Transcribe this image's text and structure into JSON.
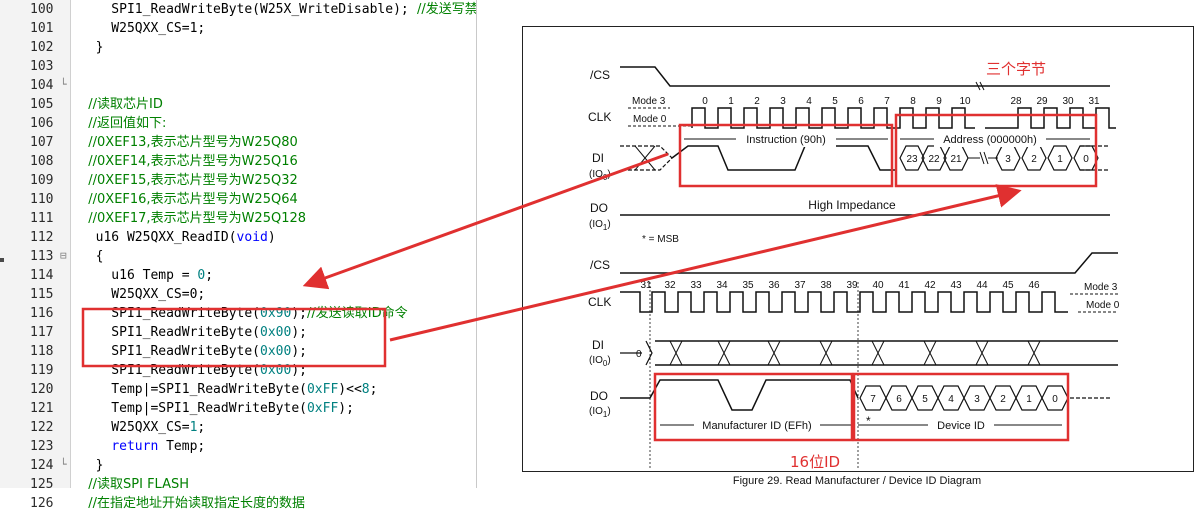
{
  "editor": {
    "lines": [
      {
        "num": "100",
        "fold": "",
        "tokens": [
          {
            "t": "    SPI1_ReadWriteByte(W25X_WriteDisable);",
            "c": "c-plain"
          },
          {
            "t": "  //发送写禁止指令",
            "c": "c-comment c-cn"
          }
        ]
      },
      {
        "num": "101",
        "fold": "",
        "tokens": [
          {
            "t": "    W25QXX_CS=1;",
            "c": "c-plain"
          }
        ]
      },
      {
        "num": "102",
        "fold": "",
        "tokens": [
          {
            "t": "  }",
            "c": "c-plain"
          }
        ]
      },
      {
        "num": "103",
        "fold": "",
        "tokens": []
      },
      {
        "num": "104",
        "fold": "└",
        "tokens": []
      },
      {
        "num": "105",
        "fold": "",
        "tokens": [
          {
            "t": "  //读取芯片ID",
            "c": "c-comment c-cn"
          }
        ]
      },
      {
        "num": "106",
        "fold": "",
        "tokens": [
          {
            "t": "  //返回值如下:",
            "c": "c-comment c-cn"
          }
        ]
      },
      {
        "num": "107",
        "fold": "",
        "tokens": [
          {
            "t": "  //0XEF13,表示芯片型号为W25Q80",
            "c": "c-comment c-cn"
          }
        ]
      },
      {
        "num": "108",
        "fold": "",
        "tokens": [
          {
            "t": "  //0XEF14,表示芯片型号为W25Q16",
            "c": "c-comment c-cn"
          }
        ]
      },
      {
        "num": "109",
        "fold": "",
        "tokens": [
          {
            "t": "  //0XEF15,表示芯片型号为W25Q32",
            "c": "c-comment c-cn"
          }
        ]
      },
      {
        "num": "110",
        "fold": "",
        "tokens": [
          {
            "t": "  //0XEF16,表示芯片型号为W25Q64",
            "c": "c-comment c-cn"
          }
        ]
      },
      {
        "num": "111",
        "fold": "",
        "tokens": [
          {
            "t": "  //0XEF17,表示芯片型号为W25Q128",
            "c": "c-comment c-cn"
          }
        ]
      },
      {
        "num": "112",
        "fold": "",
        "tokens": [
          {
            "t": "  u16 W25QXX_ReadID(",
            "c": "c-plain"
          },
          {
            "t": "void",
            "c": "c-keyword"
          },
          {
            "t": ")",
            "c": "c-plain"
          }
        ]
      },
      {
        "num": "113",
        "fold": "⊟",
        "tokens": [
          {
            "t": "  {",
            "c": "c-plain"
          }
        ]
      },
      {
        "num": "114",
        "fold": "",
        "tokens": [
          {
            "t": "    u16 Temp = ",
            "c": "c-plain"
          },
          {
            "t": "0",
            "c": "c-num"
          },
          {
            "t": ";",
            "c": "c-plain"
          }
        ]
      },
      {
        "num": "115",
        "fold": "",
        "tokens": [
          {
            "t": "    W25QXX_CS=0;",
            "c": "c-plain"
          }
        ]
      },
      {
        "num": "116",
        "fold": "",
        "tokens": [
          {
            "t": "    SPI1_ReadWriteByte(",
            "c": "c-plain"
          },
          {
            "t": "0x90",
            "c": "c-num"
          },
          {
            "t": ");",
            "c": "c-plain"
          },
          {
            "t": "//发送读取ID命令",
            "c": "c-comment c-cn"
          }
        ]
      },
      {
        "num": "117",
        "fold": "",
        "tokens": [
          {
            "t": "    SPI1_ReadWriteByte(",
            "c": "c-plain"
          },
          {
            "t": "0x00",
            "c": "c-num"
          },
          {
            "t": ");",
            "c": "c-plain"
          }
        ]
      },
      {
        "num": "118",
        "fold": "",
        "tokens": [
          {
            "t": "    SPI1_ReadWriteByte(",
            "c": "c-plain"
          },
          {
            "t": "0x00",
            "c": "c-num"
          },
          {
            "t": ");",
            "c": "c-plain"
          }
        ]
      },
      {
        "num": "119",
        "fold": "",
        "tokens": [
          {
            "t": "    SPI1_ReadWriteByte(",
            "c": "c-plain"
          },
          {
            "t": "0x00",
            "c": "c-num"
          },
          {
            "t": ");",
            "c": "c-plain"
          }
        ]
      },
      {
        "num": "120",
        "fold": "",
        "tokens": [
          {
            "t": "    Temp|=SPI1_ReadWriteByte(",
            "c": "c-plain"
          },
          {
            "t": "0xFF",
            "c": "c-num"
          },
          {
            "t": ")<<",
            "c": "c-plain"
          },
          {
            "t": "8",
            "c": "c-num"
          },
          {
            "t": ";",
            "c": "c-plain"
          }
        ]
      },
      {
        "num": "121",
        "fold": "",
        "tokens": [
          {
            "t": "    Temp|=SPI1_ReadWriteByte(",
            "c": "c-plain"
          },
          {
            "t": "0xFF",
            "c": "c-num"
          },
          {
            "t": ");",
            "c": "c-plain"
          }
        ]
      },
      {
        "num": "122",
        "fold": "",
        "tokens": [
          {
            "t": "    W25QXX_CS=",
            "c": "c-plain"
          },
          {
            "t": "1",
            "c": "c-num"
          },
          {
            "t": ";",
            "c": "c-plain"
          }
        ]
      },
      {
        "num": "123",
        "fold": "",
        "tokens": [
          {
            "t": "    ",
            "c": "c-plain"
          },
          {
            "t": "return",
            "c": "c-keyword"
          },
          {
            "t": " Temp;",
            "c": "c-plain"
          }
        ]
      },
      {
        "num": "124",
        "fold": "└",
        "tokens": [
          {
            "t": "  }",
            "c": "c-plain"
          }
        ]
      },
      {
        "num": "125",
        "fold": "",
        "tokens": [
          {
            "t": "  //读取SPI FLASH",
            "c": "c-comment c-cn"
          }
        ]
      },
      {
        "num": "126",
        "fold": "",
        "tokens": [
          {
            "t": "  //在指定地址开始读取指定长度的数据",
            "c": "c-comment c-cn"
          }
        ]
      }
    ]
  },
  "diagram": {
    "signals_top": [
      "/CS",
      "CLK",
      "DI",
      "DO"
    ],
    "di_sub": "(IO",
    "di_sub_idx": "0",
    "do_sub_idx": "1",
    "mode3": "Mode 3",
    "mode0": "Mode 0",
    "clk_top_numbers": [
      "0",
      "1",
      "2",
      "3",
      "4",
      "5",
      "6",
      "7",
      "8",
      "9",
      "10",
      "28",
      "29",
      "30",
      "31"
    ],
    "clk_bottom_numbers": [
      "31",
      "32",
      "33",
      "34",
      "35",
      "36",
      "37",
      "38",
      "39",
      "40",
      "41",
      "42",
      "43",
      "44",
      "45",
      "46"
    ],
    "instruction_label": "Instruction (90h)",
    "address_label": "Address (000000h)",
    "address_bits_top": [
      "23",
      "22",
      "21",
      "3",
      "2",
      "1",
      "0"
    ],
    "high_impedance": "High Impedance",
    "msb_note": "* = MSB",
    "di_bottom_bit": "0",
    "manufacturer_label": "Manufacturer ID (EFh)",
    "device_label": "Device ID",
    "device_bits": [
      "7",
      "6",
      "5",
      "4",
      "3",
      "2",
      "1",
      "0"
    ],
    "star": "*",
    "caption": "Figure 29. Read Manufacturer / Device ID Diagram"
  },
  "annotations": {
    "three_bytes": "三个字节",
    "sixteen_bit_id": "16位ID",
    "accent_color": "#e03030"
  }
}
